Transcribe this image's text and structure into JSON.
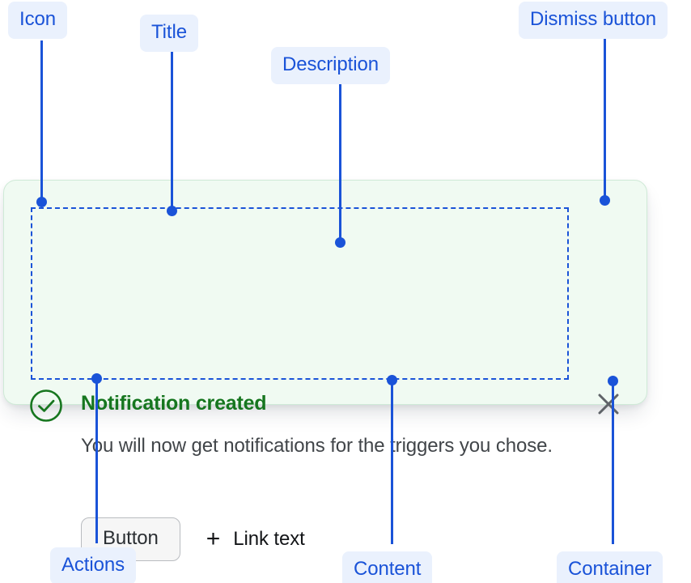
{
  "notification": {
    "icon": "success-check-circle-icon",
    "title": "Notification created",
    "description": "You will now get notifications for the triggers you chose.",
    "actions": {
      "button_label": "Button",
      "link_plus": "+",
      "link_label": "Link text"
    },
    "dismiss_icon": "close-icon",
    "colors": {
      "container_background": "#f0faf2",
      "container_border": "#cfead7",
      "title_text": "#16761f",
      "description_text": "#414549",
      "icon_stroke": "#17761f",
      "button_background": "#f6f6f6",
      "button_border": "#b9bcc0",
      "dismiss_icon": "#5f6368"
    }
  },
  "annotations": {
    "accent": "#1a53d8",
    "badge_background": "#eaf1fd",
    "labels": [
      {
        "id": "icon",
        "text": "Icon"
      },
      {
        "id": "title",
        "text": "Title"
      },
      {
        "id": "description",
        "text": "Description"
      },
      {
        "id": "dismiss-button",
        "text": "Dismiss button"
      },
      {
        "id": "actions",
        "text": "Actions"
      },
      {
        "id": "content",
        "text": "Content"
      },
      {
        "id": "container",
        "text": "Container"
      }
    ]
  }
}
